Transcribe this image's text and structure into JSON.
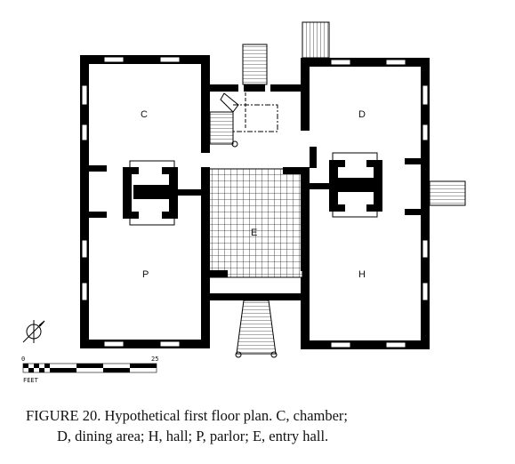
{
  "plan": {
    "rooms": {
      "chamber": "C",
      "dining": "D",
      "entry": "E",
      "parlor": "P",
      "hall": "H"
    },
    "scale": {
      "start": "0",
      "end": "25",
      "unit": "FEET"
    }
  },
  "caption": {
    "line1": "FIGURE 20. Hypothetical first floor plan.  C, chamber;",
    "line2": "D, dining area; H, hall; P, parlor; E, entry hall."
  }
}
